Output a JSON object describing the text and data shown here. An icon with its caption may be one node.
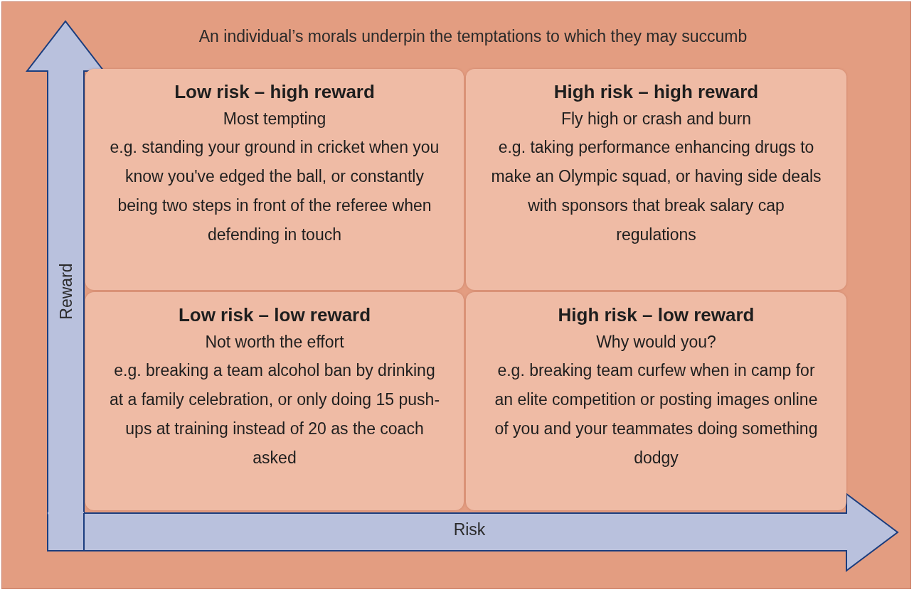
{
  "diagram": {
    "title": "An individual’s morals underpin the temptations to which they may succumb",
    "nodes": [
      {
        "text": [
          "Low risk – high reward",
          "Most tempting",
          "e.g. standing your ground in cricket when you know you've edged the ball, or constantly being two steps in front of the referee when defending in touch"
        ]
      },
      {
        "text": [
          "High risk – high reward",
          "Fly high or crash and burn",
          "e.g. taking performance enhancing drugs to make an Olympic squad, or having side deals with sponsors that break salary cap regulations"
        ]
      },
      {
        "text": [
          "Low risk – low reward",
          "Not worth the effort",
          "e.g. breaking a team alcohol ban by drinking at a family celebration, or only doing 15 push-ups at training instead of 20 as the coach asked"
        ]
      },
      {
        "text": [
          "High risk – low reward",
          "Why would you?",
          "e.g. breaking team curfew when in camp for an elite competition or posting images online of you and your teammates doing something dodgy"
        ]
      }
    ],
    "labels": [
      "Reward",
      "Risk"
    ]
  }
}
